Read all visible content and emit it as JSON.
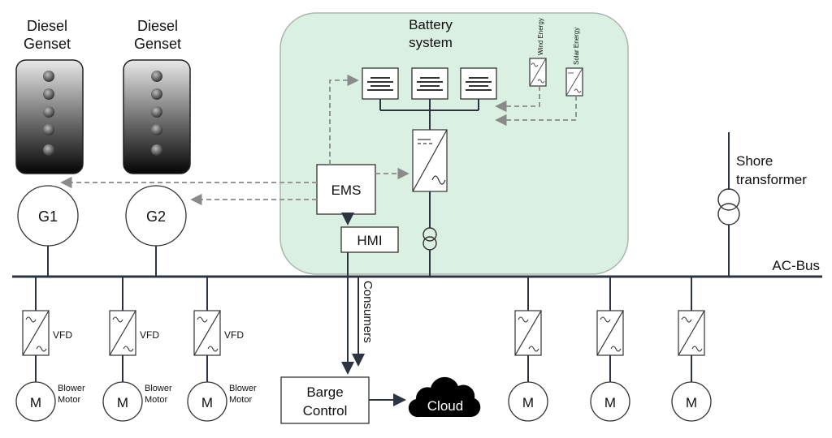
{
  "gensets": [
    {
      "label_line1": "Diesel",
      "label_line2": "Genset",
      "generator": "G1"
    },
    {
      "label_line1": "Diesel",
      "label_line2": "Genset",
      "generator": "G2"
    }
  ],
  "battery": {
    "label_line1": "Battery",
    "label_line2": "system"
  },
  "renewables": {
    "wind": "Wind Energy",
    "solar": "Solar Energy"
  },
  "ems": "EMS",
  "hmi": "HMI",
  "shore": {
    "label_line1": "Shore",
    "label_line2": "transformer"
  },
  "ac_bus": "AC-Bus",
  "consumers": "Consumers",
  "vfd": "VFD",
  "motor": "M",
  "blower": {
    "line1": "Blower",
    "line2": "Motor"
  },
  "barge": {
    "line1": "Barge",
    "line2": "Control"
  },
  "cloud": "Cloud",
  "colors": {
    "battery_fill": "#d9f0e3",
    "battery_stroke": "#aab6ae",
    "bus": "#2b3440",
    "dashed": "#8a8a8a",
    "cloud": "#000000"
  }
}
